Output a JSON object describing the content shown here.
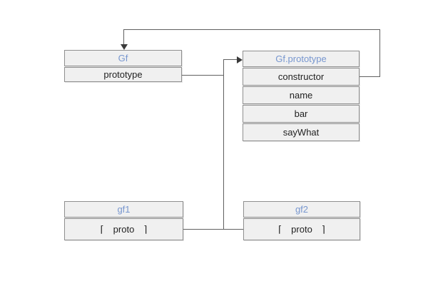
{
  "diagram": {
    "title": "javascript-prototype-chain-diagram",
    "colors": {
      "background": "#ffffff",
      "box_fill": "#f0f0f0",
      "box_border": "#8f8f8f",
      "header_text": "#7897cf",
      "row_text": "#222222",
      "connector_line": "#606060",
      "arrowhead": "#3a3a3a"
    },
    "boxes": {
      "gf": {
        "title": "Gf",
        "rows": [
          "prototype"
        ]
      },
      "gf_prototype": {
        "title": "Gf.prototype",
        "rows": [
          "constructor",
          "name",
          "bar",
          "sayWhat"
        ]
      },
      "gf1": {
        "title": "gf1",
        "rows": [
          "⌈ proto ⌉"
        ]
      },
      "gf2": {
        "title": "gf2",
        "rows": [
          "⌈ proto ⌉"
        ]
      }
    },
    "edges": [
      {
        "from": "Gf.prototype.constructor",
        "to": "Gf",
        "arrow": "into top of Gf"
      },
      {
        "from": "Gf.prototype (property of Gf)",
        "to": "Gf.prototype",
        "arrow": "into left of Gf.prototype"
      },
      {
        "from": "gf1.⌈proto⌉",
        "to": "Gf.prototype",
        "arrow": "shared trunk into left of Gf.prototype"
      },
      {
        "from": "gf2.⌈proto⌉",
        "to": "Gf.prototype",
        "arrow": "shared trunk into left of Gf.prototype"
      }
    ]
  }
}
